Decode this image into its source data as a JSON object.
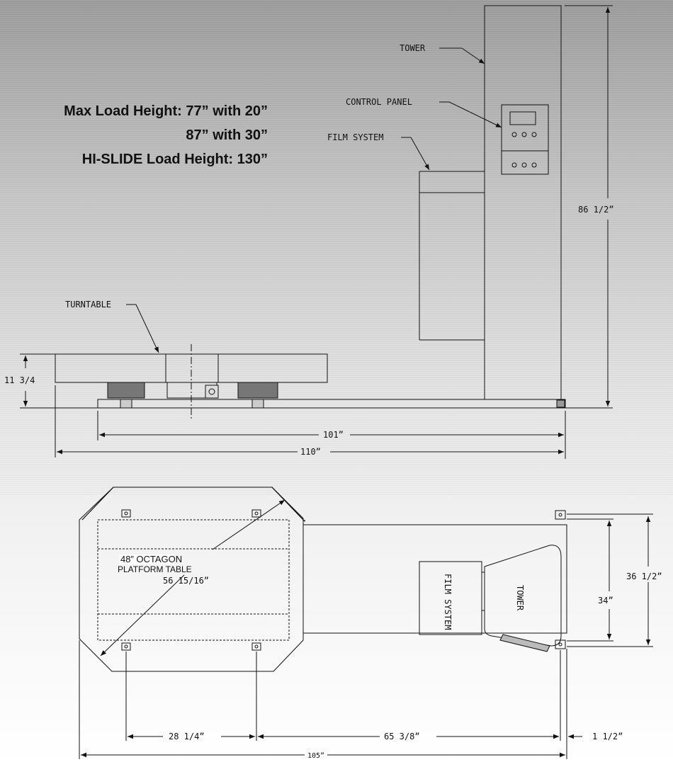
{
  "specs": {
    "line1": "Max Load Height: 77” with 20”",
    "line2": "87” with 30”",
    "line3": "HI-SLIDE Load Height: 130”"
  },
  "side_view": {
    "tower_label": "TOWER",
    "control_panel_label": "CONTROL PANEL",
    "film_system_label": "FILM SYSTEM",
    "turntable_label": "TURNTABLE",
    "dim_height": "86 1/2”",
    "dim_turntable_height": "11 3/4",
    "dim_base_length": "101”",
    "dim_overall_length": "110”"
  },
  "top_view": {
    "platform_label_1": "48” OCTAGON",
    "platform_label_2": "PLATFORM TABLE",
    "dim_diagonal": "56 15/16”",
    "film_system_label": "FILM SYSTEM",
    "tower_label": "TOWER",
    "dim_width_inner": "34”",
    "dim_width_outer": "36 1/2”",
    "dim_28": "28 1/4”",
    "dim_65": "65 3/8”",
    "dim_1_5": "1 1/2”",
    "dim_105": "105”"
  }
}
